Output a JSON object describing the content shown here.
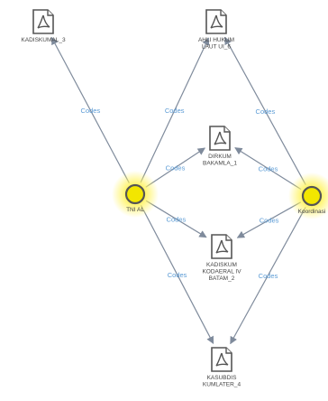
{
  "graph": {
    "document_nodes": [
      {
        "id": "kadiskumal_3",
        "label_lines": [
          "KADISKUMAL_3"
        ],
        "icon": "pdf-document-icon"
      },
      {
        "id": "ahli_hukum",
        "label_lines": [
          "AHLI HUKUM",
          "LAUT UI_6"
        ],
        "icon": "pdf-document-icon"
      },
      {
        "id": "dirkum",
        "label_lines": [
          "DIRKUM",
          "BAKAMLA_1"
        ],
        "icon": "pdf-document-icon"
      },
      {
        "id": "kadiskum_kodaeral",
        "label_lines": [
          "KADISKUM",
          "KODAERAL IV",
          "BATAM_2"
        ],
        "icon": "pdf-document-icon"
      },
      {
        "id": "kasubdis",
        "label_lines": [
          "KASUBDIS",
          "KUMLATER_4"
        ],
        "icon": "pdf-document-icon"
      }
    ],
    "code_nodes": [
      {
        "id": "tni_al",
        "label": "TNI AL",
        "icon": "code-node-circle",
        "color": "#f2e600"
      },
      {
        "id": "koordinasi",
        "label": "Koordinasi",
        "icon": "code-node-circle",
        "color": "#f2e600"
      }
    ],
    "edges": [
      {
        "from": "tni_al",
        "to": "kadiskumal_3",
        "label": "Codes"
      },
      {
        "from": "tni_al",
        "to": "ahli_hukum",
        "label": "Codes"
      },
      {
        "from": "tni_al",
        "to": "dirkum",
        "label": "Codes"
      },
      {
        "from": "tni_al",
        "to": "kadiskum_kodaeral",
        "label": "Codes"
      },
      {
        "from": "tni_al",
        "to": "kasubdis",
        "label": "Codes"
      },
      {
        "from": "koordinasi",
        "to": "ahli_hukum",
        "label": "Codes"
      },
      {
        "from": "koordinasi",
        "to": "dirkum",
        "label": "Codes"
      },
      {
        "from": "koordinasi",
        "to": "kadiskum_kodaeral",
        "label": "Codes"
      },
      {
        "from": "koordinasi",
        "to": "kasubdis",
        "label": "Codes"
      }
    ],
    "colors": {
      "edge": "#7f8b9c",
      "edge_label": "#5b9bd5",
      "code_glow": "#fff35c",
      "code_fill": "#f2e600"
    }
  }
}
